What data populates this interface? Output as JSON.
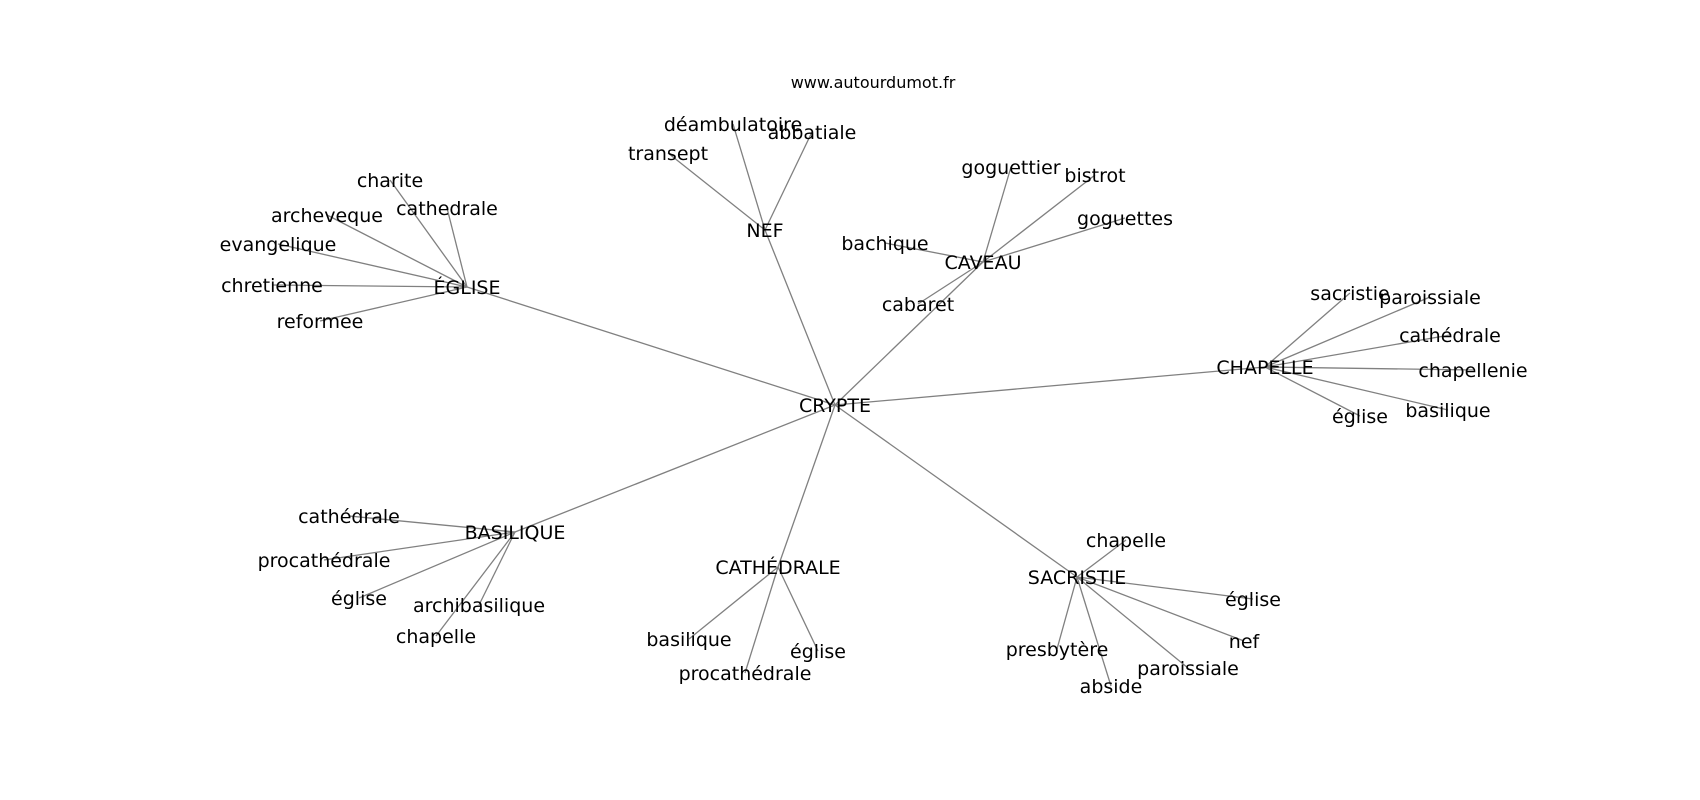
{
  "source": "www.autourdumot.fr",
  "colors": {
    "edge": "#808080",
    "text": "#000000",
    "background": "#ffffff"
  },
  "center": "CRYPTE",
  "groups": [
    {
      "label": "NEF",
      "children": [
        "déambulatoire",
        "abbatiale",
        "transept"
      ]
    },
    {
      "label": "CAVEAU",
      "children": [
        "goguettier",
        "bistrot",
        "goguettes",
        "bachique",
        "cabaret"
      ]
    },
    {
      "label": "ÉGLISE",
      "children": [
        "charite",
        "archeveque",
        "cathedrale",
        "evangelique",
        "chretienne",
        "reformee"
      ]
    },
    {
      "label": "CHAPELLE",
      "children": [
        "sacristie",
        "paroissiale",
        "cathédrale",
        "chapellenie",
        "basilique",
        "église"
      ]
    },
    {
      "label": "BASILIQUE",
      "children": [
        "cathédrale",
        "procathédrale",
        "église",
        "archibasilique",
        "chapelle"
      ]
    },
    {
      "label": "CATHÉDRALE",
      "children": [
        "basilique",
        "procathédrale",
        "église"
      ]
    },
    {
      "label": "SACRISTIE",
      "children": [
        "chapelle",
        "église",
        "nef",
        "presbytère",
        "paroissiale",
        "abside"
      ]
    }
  ]
}
